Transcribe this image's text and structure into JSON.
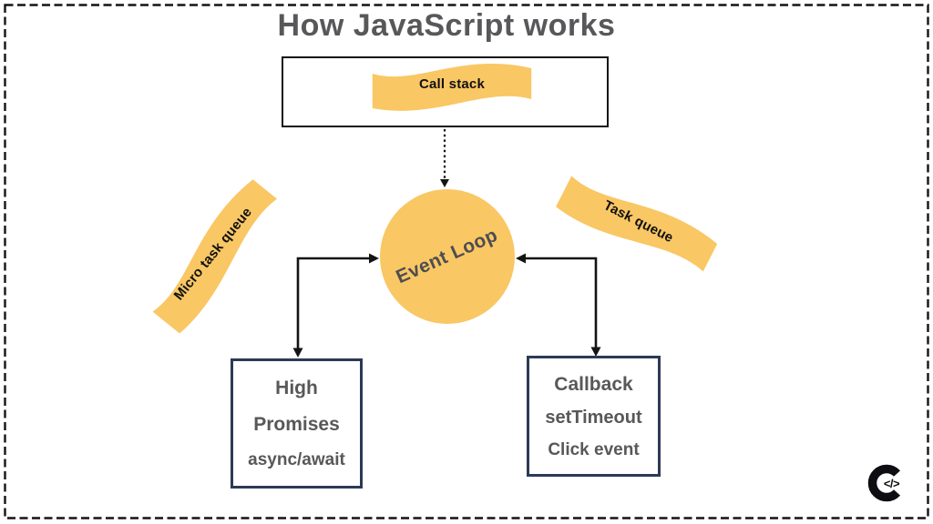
{
  "title": "How JavaScript works",
  "diagram": {
    "call_stack": {
      "label": "Call stack"
    },
    "event_loop": {
      "label": "Event Loop"
    },
    "micro_task_queue": {
      "label": "Micro task queue"
    },
    "task_queue": {
      "label": "Task queue"
    },
    "micro_box": {
      "lines": [
        "High",
        "Promises",
        "async/await"
      ]
    },
    "task_box": {
      "lines": [
        "Callback",
        "setTimeout",
        "Click event"
      ]
    }
  },
  "logo": {
    "glyph": "</>"
  },
  "colors": {
    "accent_yellow": "#F9C764",
    "title_gray": "#58585A",
    "navy_border": "#2C3A55",
    "line_black": "#141414"
  }
}
